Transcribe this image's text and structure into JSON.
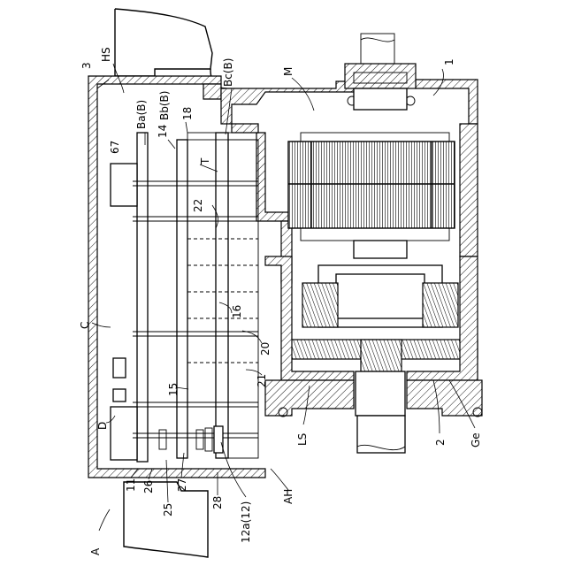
{
  "labels": {
    "A": "A",
    "HS": "HS",
    "n3": "3",
    "M": "M",
    "n1": "1",
    "Ba": "Ba(B)",
    "Bb": "Bb(B)",
    "Bc": "Bc(B)",
    "n14": "14",
    "n18": "18",
    "n67": "67",
    "T": "T",
    "n22": "22",
    "n16": "16",
    "C": "C",
    "n20": "20",
    "n15": "15",
    "n21": "21",
    "D": "D",
    "LS": "LS",
    "n2": "2",
    "Ge": "Ge",
    "n11": "11",
    "n26": "26",
    "n25": "25",
    "n27": "27",
    "n28": "28",
    "n12a": "12a(12)",
    "AH": "AH"
  }
}
